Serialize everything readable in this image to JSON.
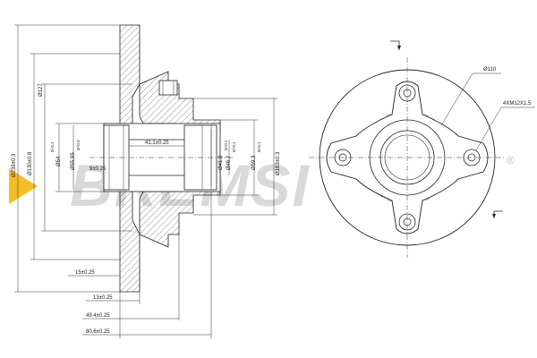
{
  "watermark": {
    "text": "BREMSI",
    "registered": "®"
  },
  "dimensions": {
    "outer_diameter": "Ø239±0.3",
    "d130": "Ø130±0.8",
    "d127": "Ø127",
    "d54": "Ø54",
    "d54_tol": "0/-0.1",
    "d55_95": "Ø55.95",
    "d55_95_tol": "0/-0.3",
    "width_41_1": "41.1±0.25",
    "width_9": "9±0.25",
    "d46_7": "Ø46.7",
    "d46_7_tol": "0/-0.1",
    "d41_8": "Ø41.8",
    "d41_8_tol": "0/-0.1",
    "d59_3": "Ø59.3",
    "d59_3_tol": "0/-0.1",
    "d163": "Ø163±0.3",
    "thickness_15": "15±0.25",
    "depth_13": "13±0.25",
    "depth_49_4": "49.4±0.25",
    "depth_80_6": "80.6±0.25",
    "pcd": "Ø110",
    "bolt_spec": "4XM12X1.5"
  }
}
